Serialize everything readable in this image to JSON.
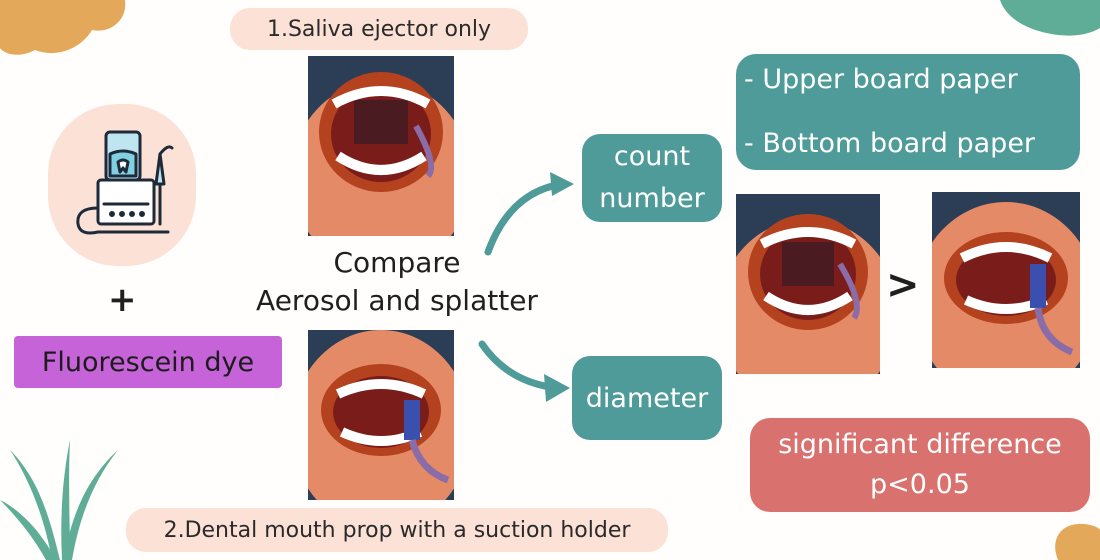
{
  "labels": {
    "method1": "1.Saliva ejector only",
    "method2": "2.Dental  mouth prop with a suction holder",
    "compare_line1": "Compare",
    "compare_line2": "Aerosol and splatter",
    "count_line1": "count",
    "count_line2": "number",
    "diameter": "diameter",
    "board_upper": "- Upper board paper",
    "board_bottom": "- Bottom board paper",
    "plus": "+",
    "fluorescein": "Fluorescein dye",
    "greater_than": ">",
    "result_line1": "significant difference",
    "result_line2": "p<0.05"
  },
  "colors": {
    "peach": "#fbe1d6",
    "teal": "#4e9b9a",
    "purple": "#c763d8",
    "red": "#d9716e",
    "leaf_green": "#5fad97",
    "blob_orange": "#e3a85a"
  },
  "icons": [
    "dental-unit-icon",
    "arrow-icon",
    "leaf-decoration",
    "blob-decoration"
  ]
}
